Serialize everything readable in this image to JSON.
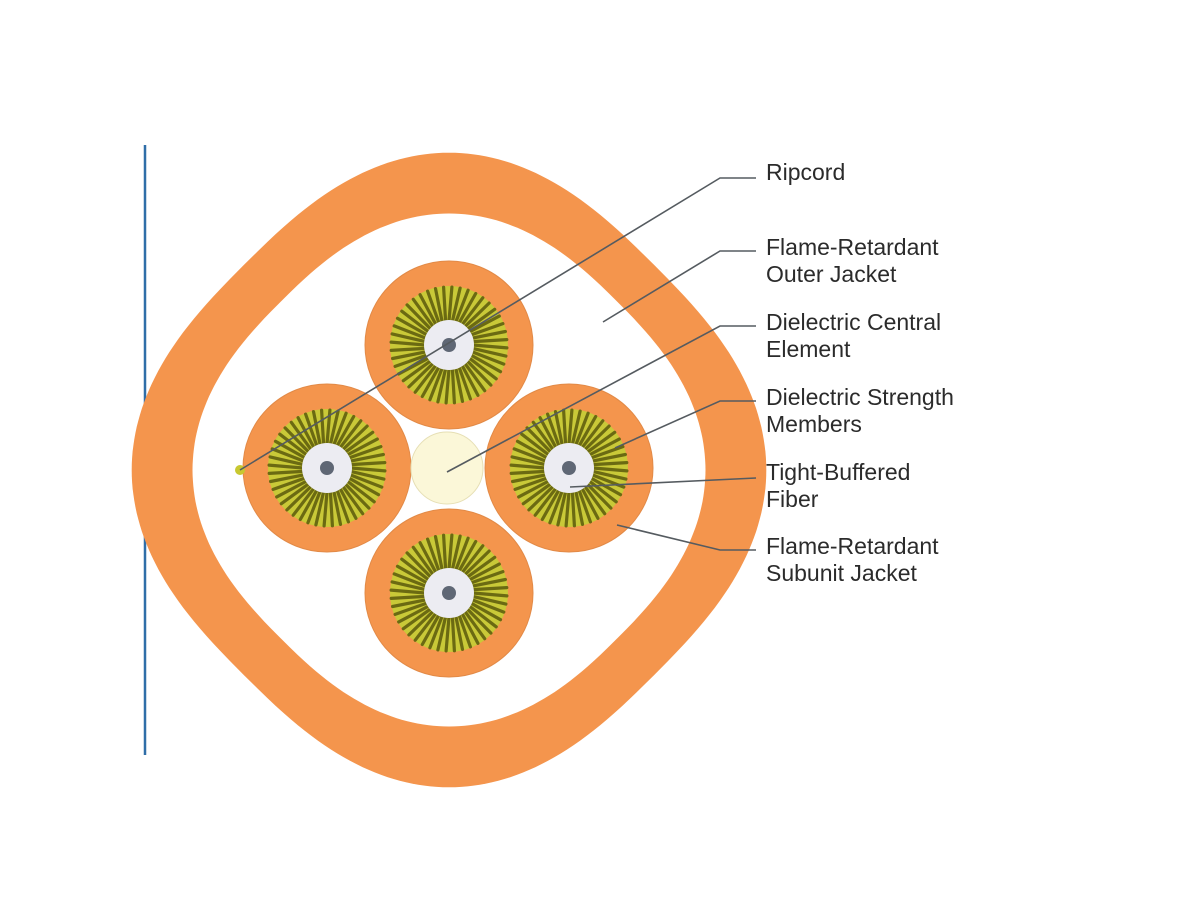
{
  "diagram": {
    "colors": {
      "outer_jacket": "#f4954d",
      "subunit_jacket": "#f4954d",
      "strength_dark": "#6b6a12",
      "strength_light": "#c9c938",
      "buffer": "#ececf2",
      "fiber_core": "#5f6775",
      "central_element": "#fbf7d8",
      "ripcord": "#c8c830",
      "left_rule": "#2f6ea8",
      "leader": "#555b60"
    },
    "callouts": [
      {
        "id": "ripcord",
        "lines": [
          "Ripcord"
        ]
      },
      {
        "id": "outer-jacket",
        "lines": [
          "Flame-Retardant",
          "Outer Jacket"
        ]
      },
      {
        "id": "central-element",
        "lines": [
          "Dielectric Central",
          "Element"
        ]
      },
      {
        "id": "strength-members",
        "lines": [
          "Dielectric Strength",
          "Members"
        ]
      },
      {
        "id": "tight-buffered-fiber",
        "lines": [
          "Tight-Buffered",
          "Fiber"
        ]
      },
      {
        "id": "subunit-jacket",
        "lines": [
          "Flame-Retardant",
          "Subunit Jacket"
        ]
      }
    ]
  }
}
